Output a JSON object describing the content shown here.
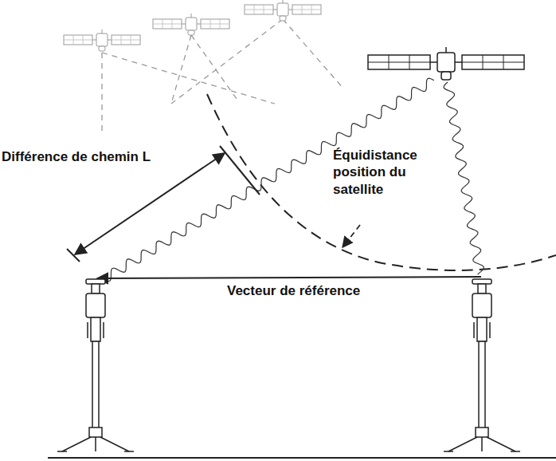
{
  "diagram": {
    "labels": [
      "Différence de chemin L",
      "Équidistance position du satellite",
      "Vecteur de référence"
    ]
  }
}
